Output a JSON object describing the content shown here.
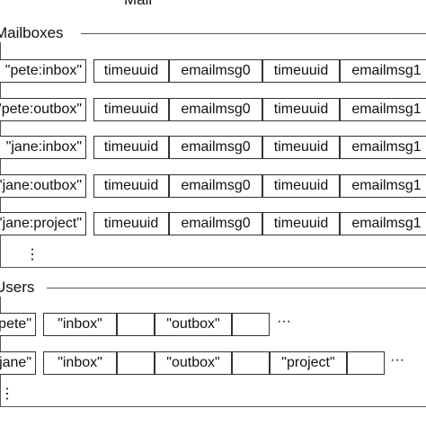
{
  "title": "Mail",
  "mailboxes": {
    "heading": "Mailboxes",
    "rows": [
      {
        "key": "\"pete:inbox\"",
        "cells": [
          "timeuuid",
          "emailmsg0",
          "timeuuid",
          "emailmsg1"
        ]
      },
      {
        "key": "\"pete:outbox\"",
        "cells": [
          "timeuuid",
          "emailmsg0",
          "timeuuid",
          "emailmsg1"
        ]
      },
      {
        "key": "\"jane:inbox\"",
        "cells": [
          "timeuuid",
          "emailmsg0",
          "timeuuid",
          "emailmsg1"
        ]
      },
      {
        "key": "\"jane:outbox\"",
        "cells": [
          "timeuuid",
          "emailmsg0",
          "timeuuid",
          "emailmsg1"
        ]
      },
      {
        "key": "\"jane:project\"",
        "cells": [
          "timeuuid",
          "emailmsg0",
          "timeuuid",
          "emailmsg1"
        ]
      }
    ],
    "more": "⋮"
  },
  "users": {
    "heading": "Users",
    "rows": [
      {
        "key": "\"pete\"",
        "cells": [
          "\"inbox\"",
          "",
          "\"outbox\"",
          ""
        ],
        "more": "···"
      },
      {
        "key": "\"jane\"",
        "cells": [
          "\"inbox\"",
          "",
          "\"outbox\"",
          "",
          "\"project\"",
          ""
        ],
        "more": "···"
      }
    ],
    "more": "⋮"
  }
}
